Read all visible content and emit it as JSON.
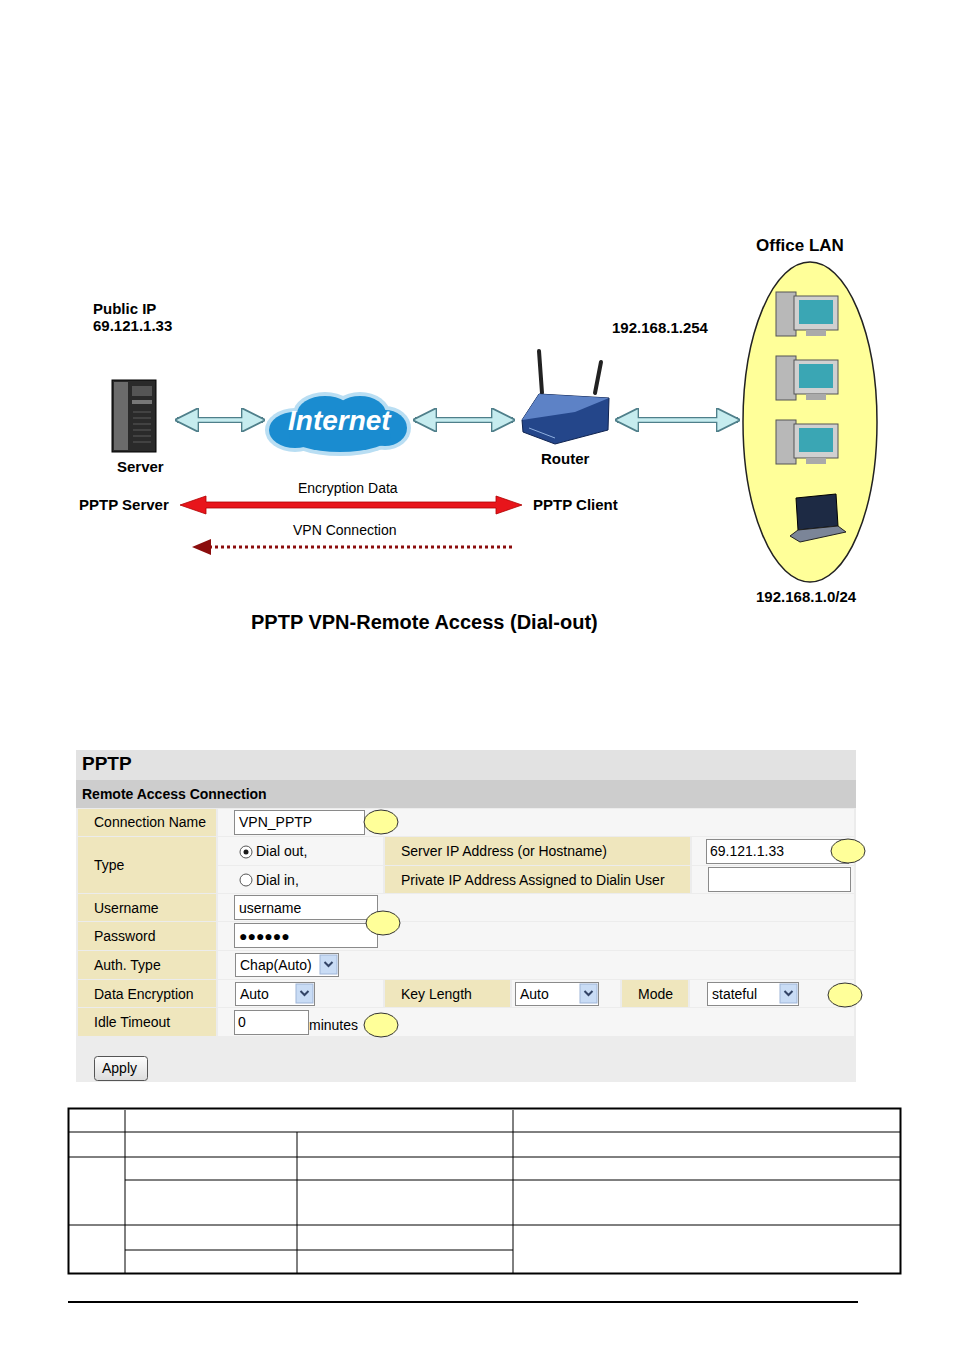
{
  "diagram": {
    "caption": "PPTP VPN-Remote Access (Dial-out)",
    "nodes": [
      {
        "text": [
          "Server"
        ]
      },
      {
        "text": [
          "Internet"
        ]
      },
      {
        "text": [
          "Router"
        ]
      },
      {
        "text": [
          "Office LAN",
          "192.168.1.0/24"
        ]
      }
    ],
    "edges": [
      {
        "from": 0,
        "to": 1,
        "arrow": "both"
      },
      {
        "from": 1,
        "to": 2,
        "arrow": "both"
      },
      {
        "from": 2,
        "to": 3,
        "arrow": "both"
      }
    ],
    "labels": [
      "Public IP 69.121.1.33",
      "192.168.1.254",
      "PPTP Server",
      "Encryption Data",
      "PPTP Client",
      "VPN Connection",
      "PPTP",
      "Remote Access Connection",
      "Connection Name",
      "VPN_PPTP",
      "Type",
      "Dial out,",
      "Dial in,",
      "Server IP Address (or Hostname)",
      "69.121.1.33",
      "Private IP Address Assigned to Dialin User",
      "Username",
      "username",
      "Password",
      "●●●●●●",
      "Auth. Type",
      "Chap(Auto)",
      "Data Encryption",
      "Auto",
      "Key Length",
      "Auto",
      "Mode",
      "stateful",
      "Idle Timeout",
      "0",
      "minutes",
      "Apply"
    ]
  }
}
